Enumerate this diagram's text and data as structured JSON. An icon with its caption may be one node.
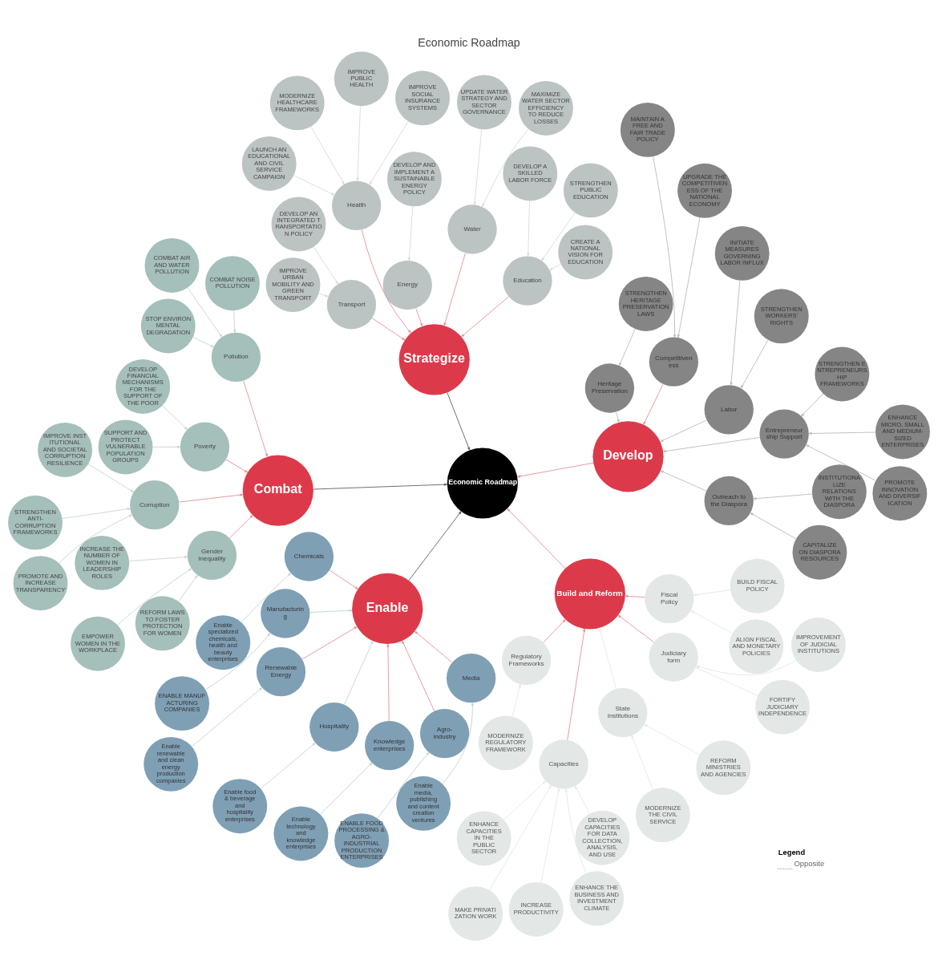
{
  "diagram": {
    "title": "Economic Roadmap",
    "nodes": [
      {
        "text": [
          "Economic Roadmap"
        ]
      },
      {
        "text": [
          "Build and Reform"
        ]
      },
      {
        "text": [
          "Strategize"
        ]
      },
      {
        "text": [
          "Develop"
        ]
      },
      {
        "text": [
          "Combat"
        ]
      },
      {
        "text": [
          "Enable"
        ]
      },
      {
        "text": [
          "Regulatory Frameworks"
        ]
      },
      {
        "text": [
          "Fiscal Policy"
        ]
      },
      {
        "text": [
          "Judiciary form"
        ]
      },
      {
        "text": [
          "Capacities"
        ]
      },
      {
        "text": [
          "State Institutions"
        ]
      },
      {
        "text": [
          "MODERNIZE REGULATORY FRAMEWORK"
        ]
      },
      {
        "text": [
          "ALIGN FISCAL AND MONETARY POLICIES"
        ]
      },
      {
        "text": [
          "BUILD FISCAL POLICY"
        ]
      },
      {
        "text": [
          "IMPROVEMENT OF JUDICIAL INSTITUTIONS"
        ]
      },
      {
        "text": [
          "FORTIFY JUDICIARY INDEPENDENCE"
        ]
      },
      {
        "text": [
          "DEVELOP CAPACITIES FOR DATA COLLECTION, ANALYSIS, AND USE"
        ]
      },
      {
        "text": [
          "ENHANCE CAPACITIES IN THE PUBLIC SECTOR"
        ]
      },
      {
        "text": [
          "MAKE PRIVATIZATION WORK"
        ]
      },
      {
        "text": [
          "INCREASE PRODUCTIVITY"
        ]
      },
      {
        "text": [
          "ENHANCE THE BUSINESS AND INVESTMENT CLIMATE"
        ]
      },
      {
        "text": [
          "MODERNIZE THE CIVIL SERVICE"
        ]
      },
      {
        "text": [
          "REFORM MINISTRIES AND AGENCIES"
        ]
      },
      {
        "text": [
          "Education"
        ]
      },
      {
        "text": [
          "Energy"
        ]
      },
      {
        "text": [
          "Transport"
        ]
      },
      {
        "text": [
          "Water"
        ]
      },
      {
        "text": [
          "Health"
        ]
      },
      {
        "text": [
          "CREATE A NATIONAL VISION FOR EDUCATION"
        ]
      },
      {
        "text": [
          "STRENGTHEN PUBLIC EDUCATION"
        ]
      },
      {
        "text": [
          "DEVELOP A SKILLED LABOR FORCE"
        ]
      },
      {
        "text": [
          "DEVELOP AND IMPLEMENT A SUSTAINABLE ENERGY POLICY"
        ]
      },
      {
        "text": [
          "IMPROVE URBAN MOBILITY AND GREEN TRANSPORT"
        ]
      },
      {
        "text": [
          "DEVELOP AN INTEGRATED TRANSPORTATION POLICY"
        ]
      },
      {
        "text": [
          "UPDATE WATER STRATEGY AND SECTOR GOVERNANCE"
        ]
      },
      {
        "text": [
          "MAXIMIZE WATER SECTOR EFFICIENCY TO REDUCE LOSSES"
        ]
      },
      {
        "text": [
          "IMPROVE SOCIAL INSURANCE SYSTEMS"
        ]
      },
      {
        "text": [
          "IMPROVE PUBLIC HEALTH"
        ]
      },
      {
        "text": [
          "MODERNIZE HEALTHCARE FRAMEWORKS"
        ]
      },
      {
        "text": [
          "LAUNCH AN EDUCATIONAL AND CIVIL SERVICE CAMPAIGN"
        ]
      },
      {
        "text": [
          "Entrepreneurship Support"
        ]
      },
      {
        "text": [
          "Outreach to the Diaspora"
        ]
      },
      {
        "text": [
          "Heritage Preservation"
        ]
      },
      {
        "text": [
          "Labor"
        ]
      },
      {
        "text": [
          "Competitiveness"
        ]
      },
      {
        "text": [
          "STRENGTHEN ENTREPRENEURSHIP FRAMEWORKS"
        ]
      },
      {
        "text": [
          "ENHANCE MICRO, SMALL AND MEDIUM-SIZED ENTERPRISES"
        ]
      },
      {
        "text": [
          "PROMOTE INNOVATION AND DIVERSIFICATION"
        ]
      },
      {
        "text": [
          "INSTITUTIONALIZE RELATIONS WITH THE DIASPORA"
        ]
      },
      {
        "text": [
          "CAPITALIZE ON DIASPORA RESOURCES"
        ]
      },
      {
        "text": [
          "STRENGTHEN HERITAGE PRESERVATION LAWS"
        ]
      },
      {
        "text": [
          "STRENGTHEN WORKERS' RIGHTS"
        ]
      },
      {
        "text": [
          "INITIATE MEASURES GOVERNING LABOR INFLUX"
        ]
      },
      {
        "text": [
          "MAINTAIN A FREE AND FAIR TRADE POLICY"
        ]
      },
      {
        "text": [
          "UPGRADE THE COMPETITIVENESS OF THE NATIONAL ECONOMY"
        ]
      },
      {
        "text": [
          "Pollution"
        ]
      },
      {
        "text": [
          "Corruption"
        ]
      },
      {
        "text": [
          "Poverty"
        ]
      },
      {
        "text": [
          "Gender Inequality"
        ]
      },
      {
        "text": [
          "STOP ENVIRONMENTAL DEGRADATION"
        ]
      },
      {
        "text": [
          "COMBAT AIR AND WATER POLLUTION"
        ]
      },
      {
        "text": [
          "COMBAT NOISE POLLUTION"
        ]
      },
      {
        "text": [
          "STRENGTHEN ANTI-CORRUPTION FRAMEWORKS"
        ]
      },
      {
        "text": [
          "IMPROVE INSTITUTIONAL AND SOCIETAL CORRUPTION RESILIENCE"
        ]
      },
      {
        "text": [
          "PROMOTE AND INCREASE TRANSPARENCY"
        ]
      },
      {
        "text": [
          "SUPPORT AND PROTECT VULNERABLE POPULATION GROUPS"
        ]
      },
      {
        "text": [
          "DEVELOP FINANCIAL MECHANISMS FOR THE SUPPORT OF THE POOR"
        ]
      },
      {
        "text": [
          "INCREASE THE NUMBER OF WOMEN IN LEADERSHIP ROLES"
        ]
      },
      {
        "text": [
          "REFORM LAWS TO FOSTER PROTECTION FOR WOMEN"
        ]
      },
      {
        "text": [
          "EMPOWER WOMEN IN THE WORKPLACE"
        ]
      },
      {
        "text": [
          "Hospitality"
        ]
      },
      {
        "text": [
          "Manufacturing"
        ]
      },
      {
        "text": [
          "Media"
        ]
      },
      {
        "text": [
          "Chemicals"
        ]
      },
      {
        "text": [
          "Renewable Energy"
        ]
      },
      {
        "text": [
          "Agro-industry"
        ]
      },
      {
        "text": [
          "Knowledge enterprises"
        ]
      },
      {
        "text": [
          "Enable food & beverage and hospitality enterprises"
        ]
      },
      {
        "text": [
          "ENABLE MANUFACTURING COMPANIES"
        ]
      },
      {
        "text": [
          "Enable media, publishing and content creation ventures"
        ]
      },
      {
        "text": [
          "Enable specialized chemicals, health and beauty enterprises"
        ]
      },
      {
        "text": [
          "Enable renewable and clean energy production companies"
        ]
      },
      {
        "text": [
          "ENABLE FOOD PROCESSING & AGRO-INDUSTRIAL PRODUCTION ENTERPRISES"
        ]
      },
      {
        "text": [
          "Enable technology and knowledge enterprises"
        ]
      }
    ],
    "edges": [
      {
        "from": 1,
        "to": 0,
        "arrow": "to"
      },
      {
        "from": 2,
        "to": 0,
        "arrow": "to",
        "color": "#666666"
      },
      {
        "from": 3,
        "to": 0,
        "arrow": "to"
      },
      {
        "from": 4,
        "to": 0,
        "arrow": "to",
        "color": "#666666"
      },
      {
        "from": 5,
        "to": 0,
        "arrow": "to",
        "color": "#666666"
      },
      {
        "from": 6,
        "to": 1,
        "arrow": "to"
      },
      {
        "from": 7,
        "to": 1,
        "arrow": "to"
      },
      {
        "from": 8,
        "to": 1,
        "arrow": "to"
      },
      {
        "from": 9,
        "to": 1,
        "arrow": "to"
      },
      {
        "from": 10,
        "to": 1,
        "arrow": "to",
        "color": "#e6e9e8"
      },
      {
        "from": 11,
        "to": 6,
        "arrow": "to",
        "color": "#e6e9e8"
      },
      {
        "from": 12,
        "to": 7,
        "arrow": "to",
        "color": "#e6e9e8"
      },
      {
        "from": 13,
        "to": 7,
        "arrow": "to",
        "color": "#e6e9e8"
      },
      {
        "from": 14,
        "to": 8,
        "arrow": "to",
        "color": "#e6e9e8"
      },
      {
        "from": 15,
        "to": 8,
        "arrow": "to",
        "color": "#e6e9e8"
      },
      {
        "from": 16,
        "to": 9,
        "arrow": "to",
        "color": "#e6e9e8"
      },
      {
        "from": 17,
        "to": 9,
        "arrow": "to",
        "color": "#e6e9e8"
      },
      {
        "from": 18,
        "to": 9,
        "arrow": "to",
        "color": "#e6e9e8"
      },
      {
        "from": 19,
        "to": 9,
        "arrow": "to",
        "color": "#e6e9e8"
      },
      {
        "from": 20,
        "to": 9,
        "arrow": "to",
        "color": "#e6e9e8"
      },
      {
        "from": 21,
        "to": 10,
        "arrow": "to",
        "color": "#e6e9e8"
      },
      {
        "from": 22,
        "to": 10,
        "arrow": "to",
        "color": "#e6e9e8"
      },
      {
        "from": 23,
        "to": 2,
        "arrow": "to"
      },
      {
        "from": 24,
        "to": 2,
        "arrow": "to"
      },
      {
        "from": 25,
        "to": 2,
        "arrow": "to"
      },
      {
        "from": 26,
        "to": 2,
        "arrow": "to"
      },
      {
        "from": 27,
        "to": 2,
        "arrow": "to"
      },
      {
        "from": 28,
        "to": 23,
        "arrow": "to",
        "color": "#d9dcdc"
      },
      {
        "from": 29,
        "to": 23,
        "arrow": "to",
        "color": "#d9dcdc"
      },
      {
        "from": 30,
        "to": 23,
        "arrow": "to",
        "color": "#d9dcdc"
      },
      {
        "from": 31,
        "to": 24,
        "arrow": "to",
        "color": "#d9dcdc"
      },
      {
        "from": 32,
        "to": 25,
        "arrow": "to",
        "color": "#d9dcdc"
      },
      {
        "from": 33,
        "to": 25,
        "arrow": "to",
        "color": "#d9dcdc"
      },
      {
        "from": 34,
        "to": 26,
        "arrow": "to",
        "color": "#d9dcdc"
      },
      {
        "from": 35,
        "to": 26,
        "arrow": "to",
        "color": "#d9dcdc"
      },
      {
        "from": 36,
        "to": 27,
        "arrow": "to",
        "color": "#d9dcdc"
      },
      {
        "from": 37,
        "to": 27,
        "arrow": "to",
        "color": "#d9dcdc"
      },
      {
        "from": 38,
        "to": 27,
        "arrow": "to",
        "color": "#d9dcdc"
      },
      {
        "from": 39,
        "to": 27,
        "arrow": "to",
        "color": "#d9dcdc"
      },
      {
        "from": 40,
        "to": 3,
        "arrow": "to",
        "color": "#bdbdbd"
      },
      {
        "from": 41,
        "to": 3,
        "arrow": "to",
        "color": "#bdbdbd"
      },
      {
        "from": 42,
        "to": 3,
        "arrow": "to",
        "color": "#bdbdbd"
      },
      {
        "from": 43,
        "to": 3,
        "arrow": "to",
        "color": "#bdbdbd"
      },
      {
        "from": 44,
        "to": 3,
        "arrow": "to"
      },
      {
        "from": 45,
        "to": 40,
        "arrow": "to",
        "color": "#bdbdbd"
      },
      {
        "from": 46,
        "to": 40,
        "arrow": "to",
        "color": "#bdbdbd"
      },
      {
        "from": 47,
        "to": 40,
        "arrow": "to",
        "color": "#bdbdbd"
      },
      {
        "from": 48,
        "to": 41,
        "arrow": "to",
        "color": "#bdbdbd"
      },
      {
        "from": 49,
        "to": 41,
        "arrow": "to",
        "color": "#bdbdbd"
      },
      {
        "from": 50,
        "to": 42,
        "arrow": "to",
        "color": "#bdbdbd"
      },
      {
        "from": 51,
        "to": 43,
        "arrow": "to",
        "color": "#bdbdbd"
      },
      {
        "from": 52,
        "to": 43,
        "arrow": "to",
        "color": "#bdbdbd"
      },
      {
        "from": 53,
        "to": 44,
        "arrow": "to",
        "color": "#bdbdbd"
      },
      {
        "from": 54,
        "to": 44,
        "arrow": "to",
        "color": "#bdbdbd"
      },
      {
        "from": 55,
        "to": 4,
        "arrow": "to"
      },
      {
        "from": 56,
        "to": 4,
        "arrow": "to"
      },
      {
        "from": 57,
        "to": 4,
        "arrow": "to"
      },
      {
        "from": 58,
        "to": 4,
        "arrow": "to"
      },
      {
        "from": 59,
        "to": 55,
        "arrow": "to",
        "color": "#c9d7d5"
      },
      {
        "from": 60,
        "to": 55,
        "arrow": "to",
        "color": "#c9d7d5"
      },
      {
        "from": 61,
        "to": 55,
        "arrow": "to",
        "color": "#c9d7d5"
      },
      {
        "from": 62,
        "to": 56,
        "arrow": "to",
        "color": "#c9d7d5"
      },
      {
        "from": 63,
        "to": 56,
        "arrow": "to",
        "color": "#c9d7d5"
      },
      {
        "from": 64,
        "to": 56,
        "arrow": "to",
        "color": "#c9d7d5"
      },
      {
        "from": 65,
        "to": 57,
        "arrow": "to",
        "color": "#c9d7d5"
      },
      {
        "from": 66,
        "to": 57,
        "arrow": "to",
        "color": "#c9d7d5"
      },
      {
        "from": 67,
        "to": 58,
        "arrow": "to",
        "color": "#c9d7d5"
      },
      {
        "from": 68,
        "to": 58,
        "arrow": "to",
        "color": "#c9d7d5"
      },
      {
        "from": 69,
        "to": 58,
        "arrow": "to",
        "color": "#c9d7d5"
      },
      {
        "from": 70,
        "to": 5,
        "arrow": "to",
        "color": "#c5d3dd"
      },
      {
        "from": 71,
        "to": 5,
        "arrow": "to",
        "color": "#c5d3dd"
      },
      {
        "from": 72,
        "to": 5,
        "arrow": "to"
      },
      {
        "from": 73,
        "to": 5,
        "arrow": "to"
      },
      {
        "from": 74,
        "to": 5,
        "arrow": "to"
      },
      {
        "from": 75,
        "to": 5,
        "arrow": "to"
      },
      {
        "from": 76,
        "to": 5,
        "arrow": "to"
      },
      {
        "from": 77,
        "to": 70,
        "arrow": "to",
        "color": "#c5d3dd"
      },
      {
        "from": 78,
        "to": 71,
        "arrow": "to",
        "color": "#c5d3dd"
      },
      {
        "from": 79,
        "to": 72,
        "arrow": "to",
        "color": "#c5d3dd"
      },
      {
        "from": 80,
        "to": 73,
        "arrow": "to",
        "color": "#c5d3dd"
      },
      {
        "from": 81,
        "to": 74,
        "arrow": "to",
        "color": "#c5d3dd"
      },
      {
        "from": 82,
        "to": 75,
        "arrow": "to",
        "color": "#c5d3dd"
      },
      {
        "from": 83,
        "to": 76,
        "arrow": "to",
        "color": "#c5d3dd"
      }
    ],
    "labels": [
      "Legend"
    ],
    "legend": [
      {
        "text": "Opposite"
      }
    ]
  }
}
